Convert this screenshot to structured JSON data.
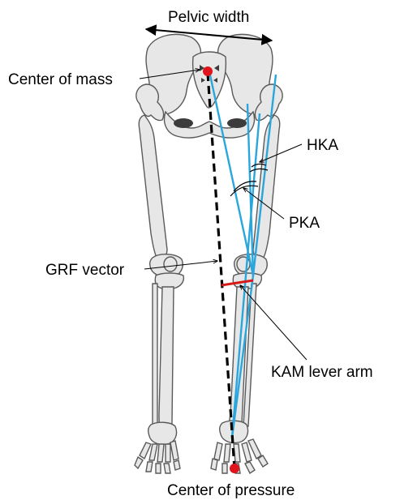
{
  "labels": {
    "pelvic_width": "Pelvic width",
    "center_of_mass": "Center of mass",
    "hka": "HKA",
    "pka": "PKA",
    "grf_vector": "GRF vector",
    "kam_lever_arm": "KAM lever arm",
    "center_of_pressure": "Center of pressure"
  },
  "colors": {
    "bone_fill": "#e7e7e7",
    "bone_stroke": "#5a5a5a",
    "axis_lines": "#2aa6dd",
    "grf_line": "#000000",
    "lever_arm": "#d61a1a",
    "markers": "#e0141c"
  }
}
